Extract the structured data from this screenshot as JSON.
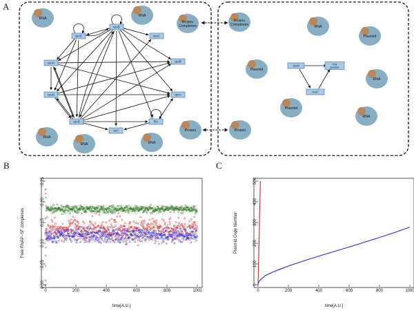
{
  "panel_letters": {
    "a": "A",
    "b": "B",
    "c": "C"
  },
  "diagram": {
    "left_blobs": [
      "RNA",
      "RNA",
      "Protein\nComplexes",
      "RNA",
      "RNA",
      "Protein",
      "RNA"
    ],
    "left_genes": {
      "rpoE": "rpoE",
      "rpoD": "rpoD",
      "rpoH": "rpoH",
      "rpoC": "rpoC",
      "rpoB": "rpoB",
      "rpoN": "rpoN",
      "rpoA": "rpoA",
      "rpoS": "rpoS",
      "tecl": "tecl",
      "fliA": "fliA"
    },
    "right_blobs": [
      "Protein\nComplexes",
      "RNA",
      "Plasmid",
      "Plasmid",
      "RNA",
      "Plasmid",
      "RNA",
      "Protein"
    ],
    "right_genes": {
      "rpod": "rpod",
      "rna_primer": "rna\nprimer",
      "rna_i": "rna I"
    },
    "colors": {
      "blob": "#88aec4",
      "blob_cap": "#b9875e",
      "node_fill": "#a9c9e6",
      "node_stroke": "#3f6a96"
    }
  },
  "chart_data": [
    {
      "panel": "B",
      "type": "scatter",
      "title": "",
      "xlabel": "time[A.U.]",
      "ylabel": "Free RNAP–SF complexes",
      "xlim": [
        0,
        1000
      ],
      "ylim": [
        0,
        0.25
      ],
      "xticks": [
        0,
        200,
        400,
        600,
        800,
        1000
      ],
      "yticks": [
        0.0,
        0.05,
        0.1,
        0.15,
        0.2,
        0.25
      ],
      "series": [
        {
          "color": "#1f6b12",
          "mean": 0.182,
          "spread": 0.004,
          "n": 1000,
          "initial": [
            [
              0,
              0.23
            ],
            [
              2,
              0.21
            ],
            [
              4,
              0.19
            ]
          ]
        },
        {
          "color": "#e01414",
          "mean": 0.133,
          "spread": 0.014,
          "n": 1000,
          "initial": [
            [
              0,
              0.0
            ],
            [
              0,
              0.045
            ],
            [
              1,
              0.07
            ],
            [
              2,
              0.09
            ],
            [
              3,
              0.11
            ],
            [
              4,
              0.12
            ],
            [
              5,
              0.125
            ],
            [
              0,
              0.22
            ]
          ]
        },
        {
          "color": "#2424e0",
          "mean": 0.119,
          "spread": 0.009,
          "n": 1000,
          "initial": [
            [
              0,
              0.01
            ],
            [
              0,
              0.16
            ],
            [
              1,
              0.13
            ],
            [
              2,
              0.125
            ]
          ]
        }
      ]
    },
    {
      "panel": "C",
      "type": "line",
      "title": "",
      "xlabel": "time[A.U.]",
      "ylabel": "Plasmid Copy Number",
      "xlim": [
        0,
        1000
      ],
      "ylim": [
        0,
        500
      ],
      "xticks": [
        0,
        200,
        400,
        600,
        800,
        1000
      ],
      "yticks": [
        0,
        100,
        200,
        300,
        400,
        500
      ],
      "series": [
        {
          "color": "#d42020",
          "points": [
            [
              0,
              0
            ],
            [
              5,
              150
            ],
            [
              10,
              320
            ],
            [
              15,
              510
            ]
          ]
        },
        {
          "color": "#2a2ad6",
          "points": [
            [
              0,
              5
            ],
            [
              10,
              20
            ],
            [
              25,
              30
            ],
            [
              50,
              45
            ],
            [
              100,
              62
            ],
            [
              150,
              76
            ],
            [
              200,
              90
            ],
            [
              300,
              115
            ],
            [
              400,
              138
            ],
            [
              500,
              160
            ],
            [
              600,
              182
            ],
            [
              700,
              205
            ],
            [
              800,
              228
            ],
            [
              900,
              252
            ],
            [
              1000,
              278
            ]
          ]
        }
      ]
    }
  ]
}
